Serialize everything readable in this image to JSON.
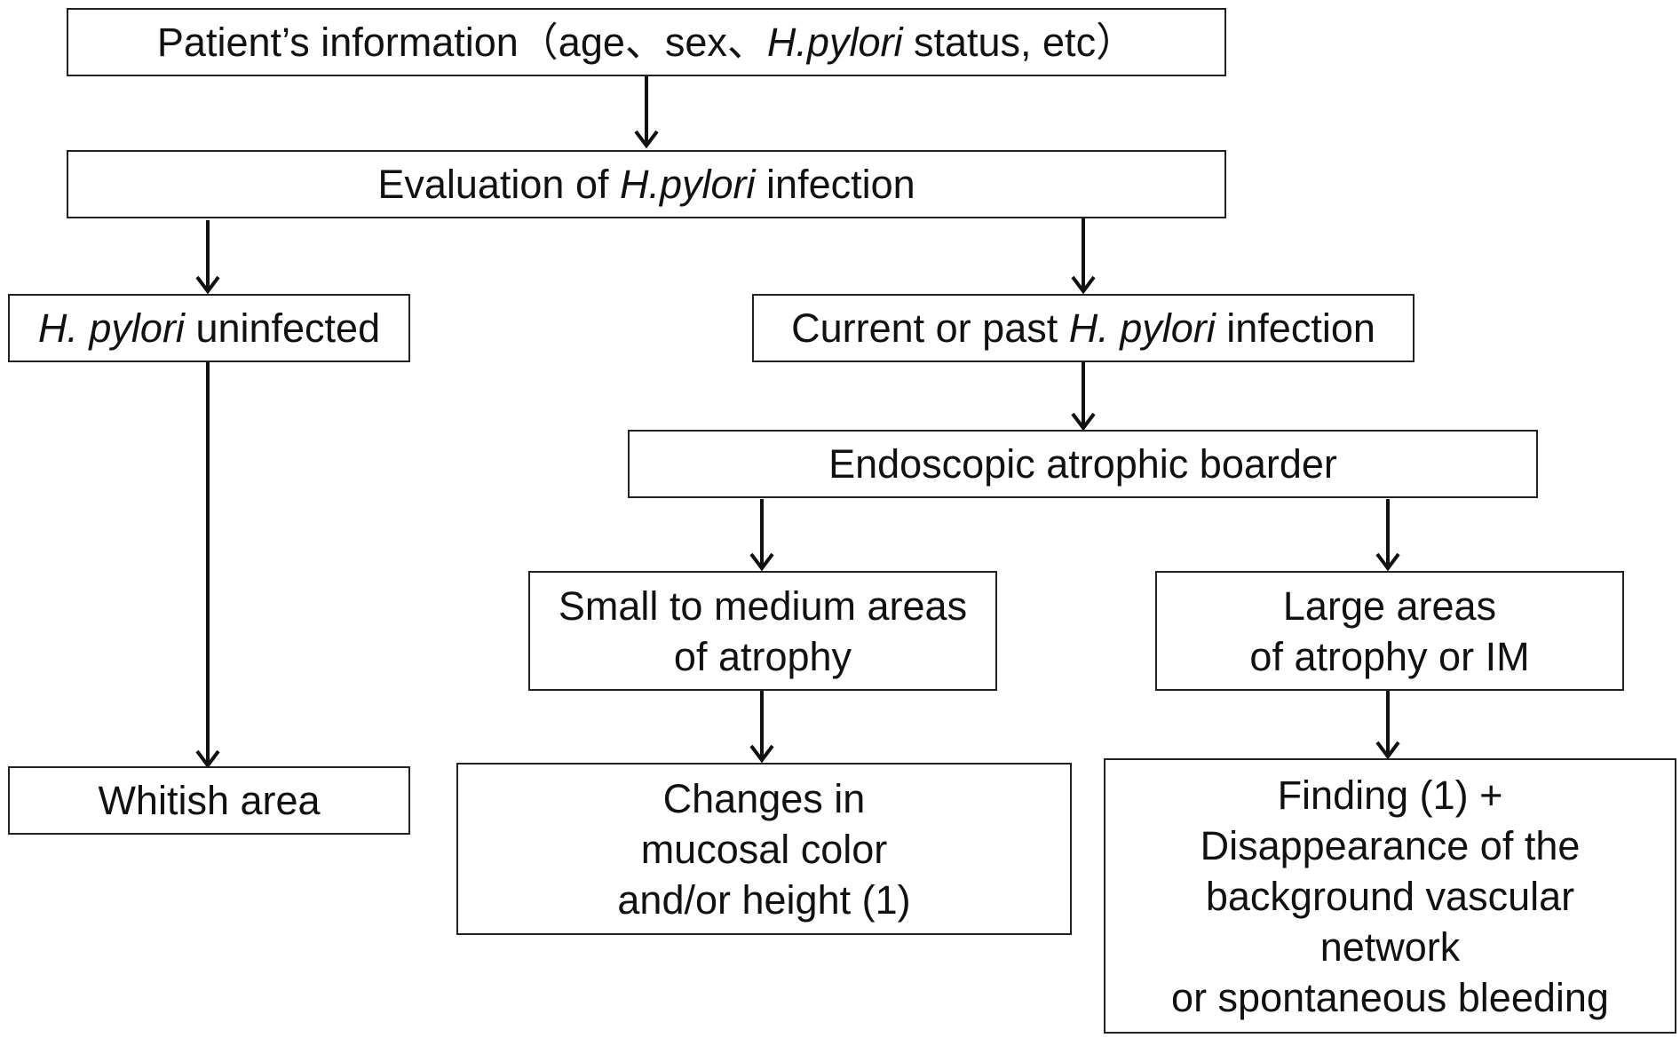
{
  "nodes": {
    "patient_info": {
      "pre": "Patient’s information（age、sex、",
      "italic": "H.pylori",
      "post": " status, etc）"
    },
    "evaluation": {
      "pre": "Evaluation of ",
      "italic": "H.pylori",
      "post": " infection"
    },
    "uninfected": {
      "italic": "H. pylori",
      "post": " uninfected"
    },
    "infected": {
      "pre": "Current or past ",
      "italic": "H. pylori",
      "post": " infection"
    },
    "atrophic_border": {
      "label": "Endoscopic atrophic boarder"
    },
    "small_medium": {
      "lines": [
        "Small to medium areas",
        "of atrophy"
      ]
    },
    "large_areas": {
      "lines": [
        "Large areas",
        "of atrophy or IM"
      ]
    },
    "whitish": {
      "label": "Whitish area"
    },
    "changes": {
      "lines": [
        "Changes in",
        "mucosal color",
        "and/or height (1)"
      ]
    },
    "finding": {
      "lines": [
        "Finding (1) +",
        "Disappearance of the",
        "background vascular",
        "network",
        "or spontaneous bleeding"
      ]
    }
  }
}
